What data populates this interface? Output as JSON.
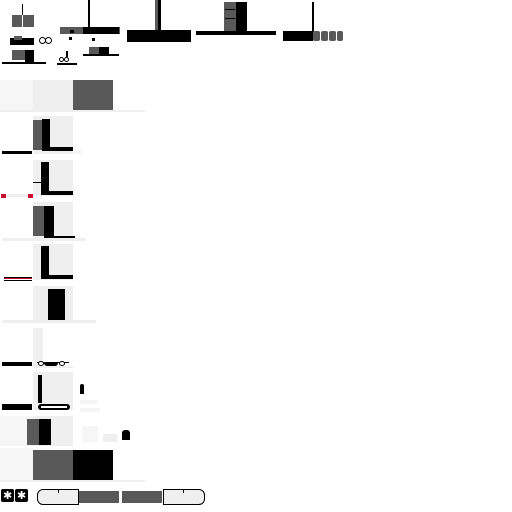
{
  "sheet": {
    "colors": {
      "black": "#000000",
      "dark_gray": "#595959",
      "mid_gray": "#7a7a7a",
      "light_gray": "#efefef",
      "white": "#ffffff",
      "accent_red": "#c8102e"
    }
  },
  "sprites": [
    {
      "name": "robot-head-sprite"
    },
    {
      "name": "goggles-sprite"
    },
    {
      "name": "pole-platform-sprite"
    },
    {
      "name": "tall-pole-sprite"
    },
    {
      "name": "block-on-bar-sprite"
    },
    {
      "name": "antenna-block-sprite"
    },
    {
      "name": "small-cart-sprite"
    },
    {
      "name": "double-square-tile"
    },
    {
      "name": "l-wall-tile"
    },
    {
      "name": "l-wall-with-rail-tile"
    },
    {
      "name": "l-wall-shaded-tile"
    },
    {
      "name": "l-wall-red-stripe-tile"
    },
    {
      "name": "dark-door-tile"
    },
    {
      "name": "goggles-ground-tile"
    },
    {
      "name": "goggles-wall-tile"
    },
    {
      "name": "small-figure-tile"
    },
    {
      "name": "gray-block-pair-tile"
    },
    {
      "name": "black-gray-block-tile"
    },
    {
      "name": "star-button-tile"
    },
    {
      "name": "rounded-bar-tile"
    }
  ]
}
